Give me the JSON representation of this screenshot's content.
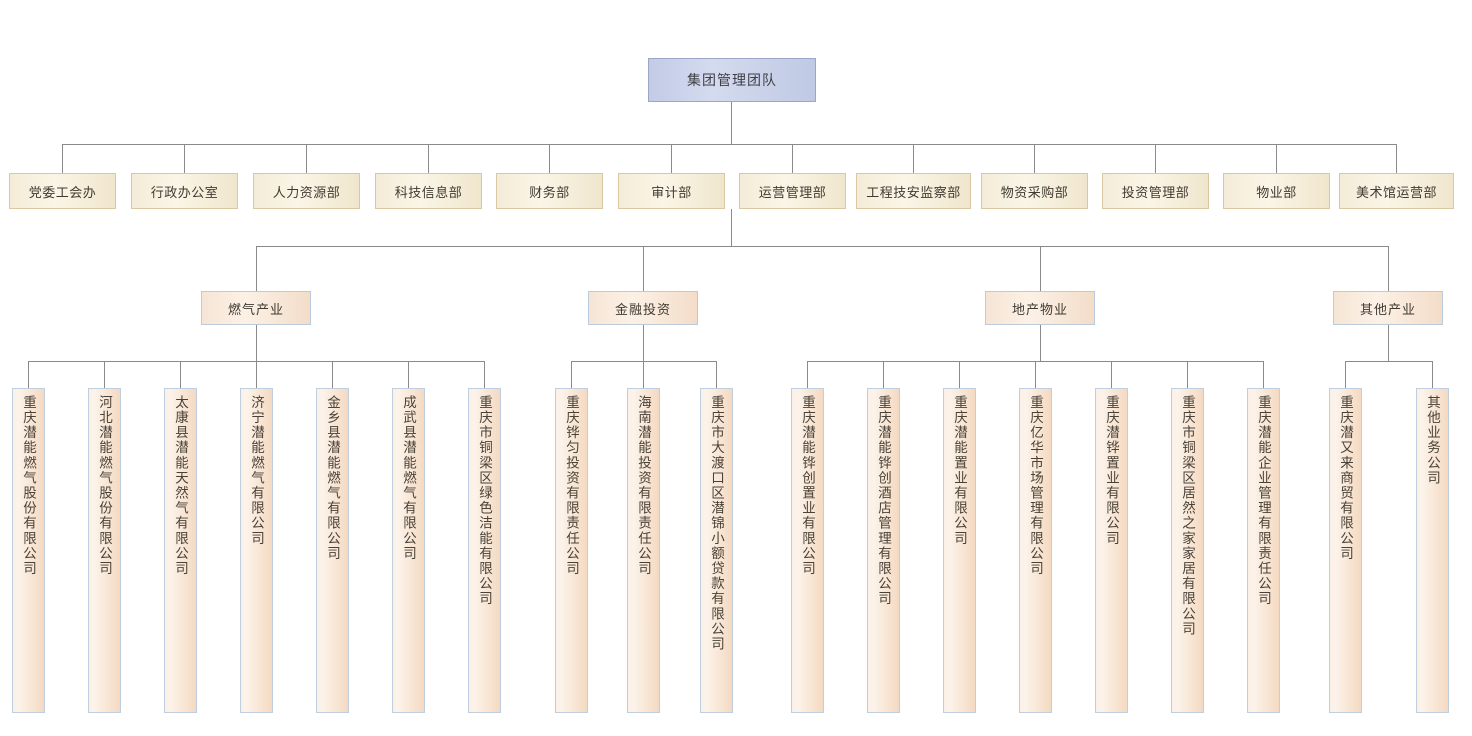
{
  "root": {
    "label": "集团管理团队"
  },
  "departments": [
    {
      "label": "党委工会办"
    },
    {
      "label": "行政办公室"
    },
    {
      "label": "人力资源部"
    },
    {
      "label": "科技信息部"
    },
    {
      "label": "财务部"
    },
    {
      "label": "审计部"
    },
    {
      "label": "运营管理部"
    },
    {
      "label": "工程技安监察部"
    },
    {
      "label": "物资采购部"
    },
    {
      "label": "投资管理部"
    },
    {
      "label": "物业部"
    },
    {
      "label": "美术馆运营部"
    }
  ],
  "divisions": [
    {
      "label": "燃气产业"
    },
    {
      "label": "金融投资"
    },
    {
      "label": "地产物业"
    },
    {
      "label": "其他产业"
    }
  ],
  "subsidiaries": {
    "gas": [
      {
        "label": "重庆潜能燃气股份有限公司"
      },
      {
        "label": "河北潜能燃气股份有限公司"
      },
      {
        "label": "太康县潜能天然气有限公司"
      },
      {
        "label": "济宁潜能燃气有限公司"
      },
      {
        "label": "金乡县潜能燃气有限公司"
      },
      {
        "label": "成武县潜能燃气有限公司"
      },
      {
        "label": "重庆市铜梁区绿色洁能有限公司"
      }
    ],
    "finance": [
      {
        "label": "重庆铧匀投资有限责任公司"
      },
      {
        "label": "海南潜能投资有限责任公司"
      },
      {
        "label": "重庆市大渡口区潜锦小额贷款有限公司"
      }
    ],
    "property": [
      {
        "label": "重庆潜能铧创置业有限公司"
      },
      {
        "label": "重庆潜能铧创酒店管理有限公司"
      },
      {
        "label": "重庆潜能置业有限公司"
      },
      {
        "label": "重庆亿华市场管理有限公司"
      },
      {
        "label": "重庆潜铧置业有限公司"
      },
      {
        "label": "重庆市铜梁区居然之家家居有限公司"
      },
      {
        "label": "重庆潜能企业管理有限责任公司"
      }
    ],
    "other": [
      {
        "label": "重庆潜又来商贸有限公司"
      },
      {
        "label": "其他业务公司"
      }
    ]
  },
  "colors": {
    "root_fill": "#c8d0e8",
    "dept_fill": "#f5eddb",
    "division_fill": "#f7e6d6",
    "leaf_fill": "#f9ebdd",
    "line": "#8a8a8a",
    "dept_border": "#d8c9a3",
    "node_border": "#bfcfdf"
  }
}
